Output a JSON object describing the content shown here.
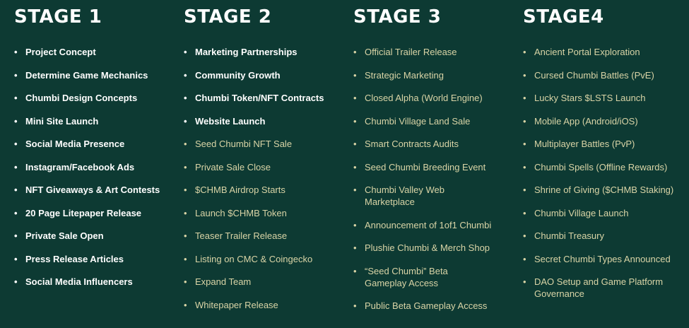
{
  "stages": [
    {
      "title": "STAGE 1",
      "items": [
        {
          "lines": [
            "Project Concept"
          ],
          "status": "done"
        },
        {
          "lines": [
            "Determine Game Mechanics"
          ],
          "status": "done"
        },
        {
          "lines": [
            "Chumbi Design Concepts"
          ],
          "status": "done"
        },
        {
          "lines": [
            "Mini Site Launch"
          ],
          "status": "done"
        },
        {
          "lines": [
            "Social Media Presence"
          ],
          "status": "done"
        },
        {
          "lines": [
            "Instagram/Facebook Ads"
          ],
          "status": "done"
        },
        {
          "lines": [
            "NFT Giveaways & Art Contests"
          ],
          "status": "done"
        },
        {
          "lines": [
            "20 Page Litepaper Release"
          ],
          "status": "done"
        },
        {
          "lines": [
            "Private Sale Open"
          ],
          "status": "done"
        },
        {
          "lines": [
            "Press Release Articles"
          ],
          "status": "done"
        },
        {
          "lines": [
            "Social Media Influencers"
          ],
          "status": "done"
        }
      ]
    },
    {
      "title": "STAGE 2",
      "items": [
        {
          "lines": [
            "Marketing Partnerships"
          ],
          "status": "done"
        },
        {
          "lines": [
            "Community Growth"
          ],
          "status": "done"
        },
        {
          "lines": [
            "Chumbi Token/NFT Contracts"
          ],
          "status": "done"
        },
        {
          "lines": [
            "Website Launch"
          ],
          "status": "done"
        },
        {
          "lines": [
            "Seed Chumbi NFT Sale"
          ],
          "status": "pending"
        },
        {
          "lines": [
            "Private Sale Close"
          ],
          "status": "pending"
        },
        {
          "lines": [
            "$CHMB Airdrop Starts"
          ],
          "status": "pending"
        },
        {
          "lines": [
            "Launch $CHMB Token"
          ],
          "status": "pending"
        },
        {
          "lines": [
            "Teaser Trailer Release"
          ],
          "status": "pending"
        },
        {
          "lines": [
            "Listing on CMC & Coingecko"
          ],
          "status": "pending"
        },
        {
          "lines": [
            "Expand Team"
          ],
          "status": "pending"
        },
        {
          "lines": [
            "Whitepaper Release"
          ],
          "status": "pending"
        }
      ]
    },
    {
      "title": "STAGE 3",
      "items": [
        {
          "lines": [
            "Official Trailer Release"
          ],
          "status": "pending"
        },
        {
          "lines": [
            "Strategic Marketing"
          ],
          "status": "pending"
        },
        {
          "lines": [
            "Closed Alpha (World Engine)"
          ],
          "status": "pending"
        },
        {
          "lines": [
            "Chumbi Village Land Sale"
          ],
          "status": "pending"
        },
        {
          "lines": [
            "Smart Contracts Audits"
          ],
          "status": "pending"
        },
        {
          "lines": [
            "Seed Chumbi Breeding Event"
          ],
          "status": "pending"
        },
        {
          "lines": [
            "Chumbi Valley Web",
            "Marketplace"
          ],
          "status": "pending"
        },
        {
          "lines": [
            "Announcement of 1of1 Chumbi"
          ],
          "status": "pending"
        },
        {
          "lines": [
            "Plushie Chumbi & Merch Shop"
          ],
          "status": "pending"
        },
        {
          "lines": [
            "“Seed Chumbi” Beta",
            "Gameplay Access"
          ],
          "status": "pending"
        },
        {
          "lines": [
            "Public Beta Gameplay Access"
          ],
          "status": "pending"
        }
      ]
    },
    {
      "title": "STAGE4",
      "items": [
        {
          "lines": [
            "Ancient Portal Exploration"
          ],
          "status": "pending"
        },
        {
          "lines": [
            "Cursed Chumbi Battles (PvE)"
          ],
          "status": "pending"
        },
        {
          "lines": [
            "Lucky Stars $LSTS Launch"
          ],
          "status": "pending"
        },
        {
          "lines": [
            "Mobile App (Android/iOS)"
          ],
          "status": "pending"
        },
        {
          "lines": [
            "Multiplayer Battles (PvP)"
          ],
          "status": "pending"
        },
        {
          "lines": [
            "Chumbi Spells (Offline Rewards)"
          ],
          "status": "pending"
        },
        {
          "lines": [
            "Shrine of Giving ($CHMB Staking)"
          ],
          "status": "pending"
        },
        {
          "lines": [
            "Chumbi Village Launch"
          ],
          "status": "pending"
        },
        {
          "lines": [
            "Chumbi Treasury"
          ],
          "status": "pending"
        },
        {
          "lines": [
            "Secret Chumbi Types Announced"
          ],
          "status": "pending"
        },
        {
          "lines": [
            "DAO Setup and Game Platform",
            "Governance"
          ],
          "status": "pending"
        }
      ]
    }
  ],
  "bullet": "•",
  "colors": {
    "background": "#0d3a33",
    "done": "#ffffff",
    "pending": "#d9d4a6"
  }
}
